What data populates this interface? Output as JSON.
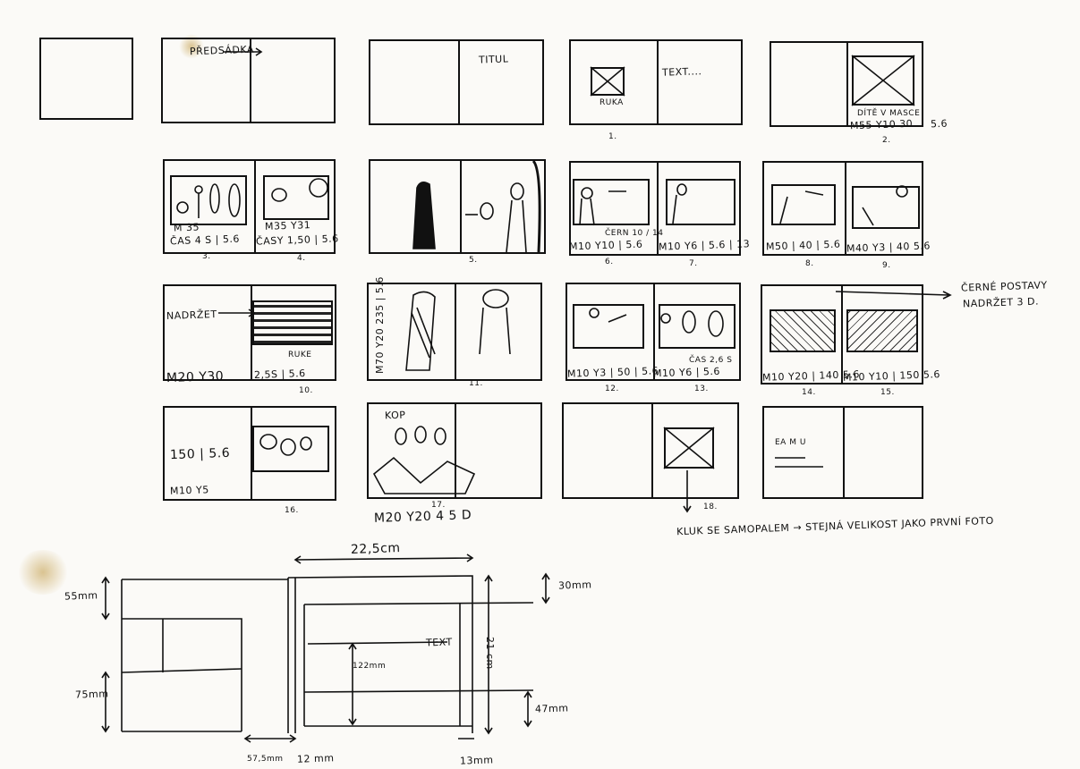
{
  "row1": {
    "a": {
      "label": ""
    },
    "b": {
      "label": "PŘEDSÁDKA"
    },
    "c": {
      "label": "TITUL"
    },
    "d": {
      "inner": "RUKA",
      "text": "TEXT....",
      "num": "1."
    },
    "e": {
      "caption": "DÍTĚ V MASCE",
      "spec": "M55 Y10 30",
      "side": "5.6",
      "num": "2."
    }
  },
  "row2": {
    "a": {
      "s1": "M 35",
      "s2": "ČAS 4 S | 5.6",
      "s3": "M35 Y31",
      "s4": "ČASY 1,50 | 5.6",
      "n1": "3.",
      "n2": "4."
    },
    "b": {
      "num": "5."
    },
    "c": {
      "mid": "ČERN 10 / 14",
      "s1": "M10 Y10 | 5.6",
      "s2": "M10 Y6 | 5.6 | 13",
      "n1": "6.",
      "n2": "7."
    },
    "d": {
      "s1": "M50 | 40 | 5.6",
      "s2": "M40 Y3 | 40 5.6",
      "n1": "8.",
      "n2": "9."
    }
  },
  "row3": {
    "a": {
      "label": "NADRŽET",
      "note": "RUKE",
      "s1": "M20 Y30",
      "s2": "2,5S | 5.6",
      "num": "10."
    },
    "b": {
      "vert": "M70 Y20 235 | 5.6",
      "num": "11."
    },
    "c": {
      "mid": "ČAS 2,6 S",
      "s1": "M10 Y3 | 50 | 5.6",
      "s2": "M10 Y6 | 5.6",
      "n1": "12.",
      "n2": "13."
    },
    "d": {
      "s1": "M10 Y20 | 140 5.6",
      "s2": "M10 Y10 | 150 5.6",
      "n1": "14.",
      "n2": "15."
    },
    "note1": "ČERNÉ POSTAVY",
    "note2": "NADRŽET 3 D."
  },
  "row4": {
    "a": {
      "s1": "150 | 5.6",
      "s2": "M10 Y5",
      "num": "16."
    },
    "b": {
      "top": "KOP",
      "num": "17.",
      "below": "M20 Y20 4 5 D"
    },
    "c": {
      "num": "18."
    },
    "d": {
      "text": "EA M U"
    },
    "caption": "KLUK SE SAMOPALEM → STEJNÁ VELIKOST JAKO PRVNÍ FOTO"
  },
  "diagram": {
    "width": "22,5cm",
    "d55": "55mm",
    "d75": "75mm",
    "d30": "30mm",
    "d21": "21 cm",
    "d122": "122mm",
    "text": "TEXT",
    "d47": "47mm",
    "d575": "57,5mm",
    "d12": "12 mm",
    "d13": "13mm"
  }
}
